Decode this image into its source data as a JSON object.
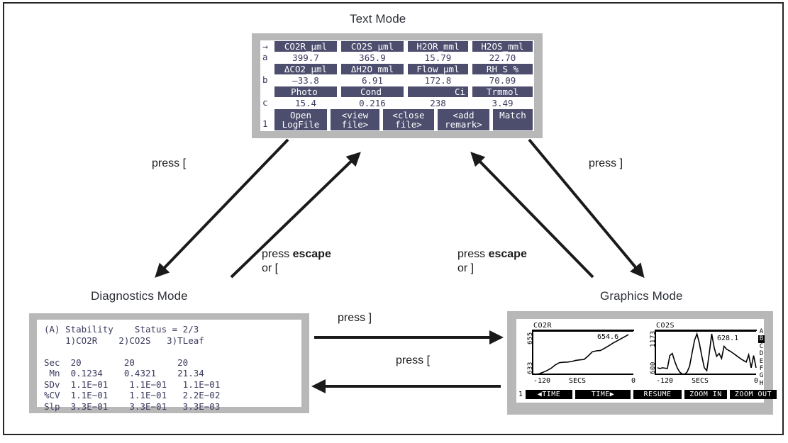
{
  "titles": {
    "text_mode": "Text Mode",
    "diagnostics_mode": "Diagnostics Mode",
    "graphics_mode": "Graphics Mode"
  },
  "arrow_labels": {
    "text_to_diag": "press [",
    "text_to_graph": "press ]",
    "diag_to_text_line1": "press ",
    "diag_to_text_bold": "escape",
    "diag_to_text_line2": "or [",
    "graph_to_text_line1": "press ",
    "graph_to_text_bold": "escape",
    "graph_to_text_line2": "or ]",
    "diag_to_graph": "press ]",
    "graph_to_diag": "press ["
  },
  "text_mode": {
    "cursor_arrow": "→",
    "row_labels": [
      "a",
      "b",
      "c",
      "1"
    ],
    "rows": [
      {
        "label": "a",
        "headers": [
          "CO2R_µml",
          "CO2S_µml",
          "H2OR_mml",
          "H2OS_mml"
        ],
        "values": [
          "399.7",
          "365.9",
          "15.79",
          "22.70"
        ]
      },
      {
        "label": "b",
        "headers": [
          "ΔCO2_µml",
          "ΔH2O_mml",
          "Flow_µml",
          "RH_S %"
        ],
        "values": [
          "–33.8",
          "6.91",
          "172.8",
          "70.09"
        ]
      },
      {
        "label": "c",
        "headers": [
          "Photo",
          "Cond",
          "Ci",
          "Trmmol"
        ],
        "values": [
          "15.4",
          "0.216",
          "238",
          "3.49"
        ]
      }
    ],
    "softkey_row_label": "1",
    "softkeys": [
      "Open\nLogFile",
      "<view\nfile>",
      "<close\nfile>",
      "<add\nremark>",
      "Match"
    ]
  },
  "diagnostics_mode": {
    "screen_text": "(A) Stability    Status = 2/3\n    1)CO2R    2)CO2S   3)TLeaf\n\nSec  20        20        20\n Mn  0.1234    0.4321    21.34\nSDv  1.1E−01    1.1E−01   1.1E−01\n%CV  1.1E−01    1.1E−01   2.2E−02\nSlp  3.3E−01    3.3E−01   3.3E−03",
    "header": "(A) Stability    Status = 2/3",
    "channels": [
      "1)CO2R",
      "2)CO2S",
      "3)TLeaf"
    ],
    "table": {
      "row_labels": [
        "Sec",
        "Mn",
        "SDv",
        "%CV",
        "Slp"
      ],
      "rows": [
        [
          "20",
          "20",
          "20"
        ],
        [
          "0.1234",
          "0.4321",
          "21.34"
        ],
        [
          "1.1E−01",
          "1.1E−01",
          "1.1E−01"
        ],
        [
          "1.1E−01",
          "1.1E−01",
          "2.2E−02"
        ],
        [
          "3.3E−01",
          "3.3E−01",
          "3.3E−03"
        ]
      ]
    }
  },
  "graphics_mode": {
    "panels": [
      {
        "name": "CO2R",
        "y_top": "655",
        "y_bottom": "633",
        "readout": "654.6",
        "x_left": "-120",
        "x_center": "SECS",
        "x_right": "0"
      },
      {
        "name": "CO2S",
        "y_top": "1173",
        "y_bottom": "600",
        "readout": "628.1",
        "x_left": "-120",
        "x_center": "SECS",
        "x_right": "0"
      }
    ],
    "page_letters": [
      "A",
      "B",
      "C",
      "D",
      "E",
      "F",
      "G",
      "H"
    ],
    "selected_letter": "B",
    "softkey_row_label": "1",
    "softkeys": [
      "◀TIME",
      "TIME▶",
      "RESUME",
      "ZOOM IN",
      "ZOOM OUT"
    ]
  },
  "chart_data": [
    {
      "type": "line",
      "title": "CO2R",
      "xlabel": "SECS",
      "ylabel": "CO2R",
      "xlim": [
        -120,
        0
      ],
      "ylim": [
        633,
        655
      ],
      "current_value": 654.6,
      "grid": false,
      "x": [
        -120,
        -115,
        -110,
        -105,
        -100,
        -95,
        -90,
        -85,
        -80,
        -75,
        -70,
        -65,
        -60,
        -55,
        -50,
        -45,
        -40,
        -35,
        -30,
        -25,
        -20,
        -15,
        -10,
        -6
      ],
      "values": [
        633.2,
        633.6,
        634.4,
        635.4,
        636.6,
        638.4,
        639.6,
        639.8,
        639.9,
        640.2,
        640.8,
        641.1,
        641.3,
        643.2,
        645.4,
        645.9,
        646.1,
        647.3,
        648.6,
        650.0,
        651.2,
        652.4,
        653.6,
        654.6
      ]
    },
    {
      "type": "line",
      "title": "CO2S",
      "xlabel": "SECS",
      "ylabel": "CO2S",
      "xlim": [
        -120,
        0
      ],
      "ylim": [
        600,
        1173
      ],
      "current_value": 628.1,
      "grid": false,
      "x": [
        -120,
        -117,
        -114,
        -111,
        -108,
        -105,
        -102,
        -99,
        -96,
        -93,
        -90,
        -87,
        -84,
        -81,
        -78,
        -75,
        -72,
        -69,
        -66,
        -63,
        -60,
        -57,
        -54,
        -51,
        -48,
        -45,
        -42,
        -39,
        -36,
        -33,
        -30,
        -27,
        -24,
        -21,
        -18,
        -15,
        -12,
        -9,
        -6,
        -3,
        0
      ],
      "values": [
        700,
        690,
        700,
        695,
        690,
        870,
        900,
        790,
        700,
        640,
        615,
        610,
        640,
        720,
        900,
        1080,
        1173,
        1040,
        860,
        700,
        660,
        900,
        1173,
        980,
        860,
        900,
        830,
        1000,
        960,
        940,
        920,
        895,
        870,
        845,
        820,
        800,
        780,
        880,
        700,
        870,
        700
      ]
    }
  ]
}
